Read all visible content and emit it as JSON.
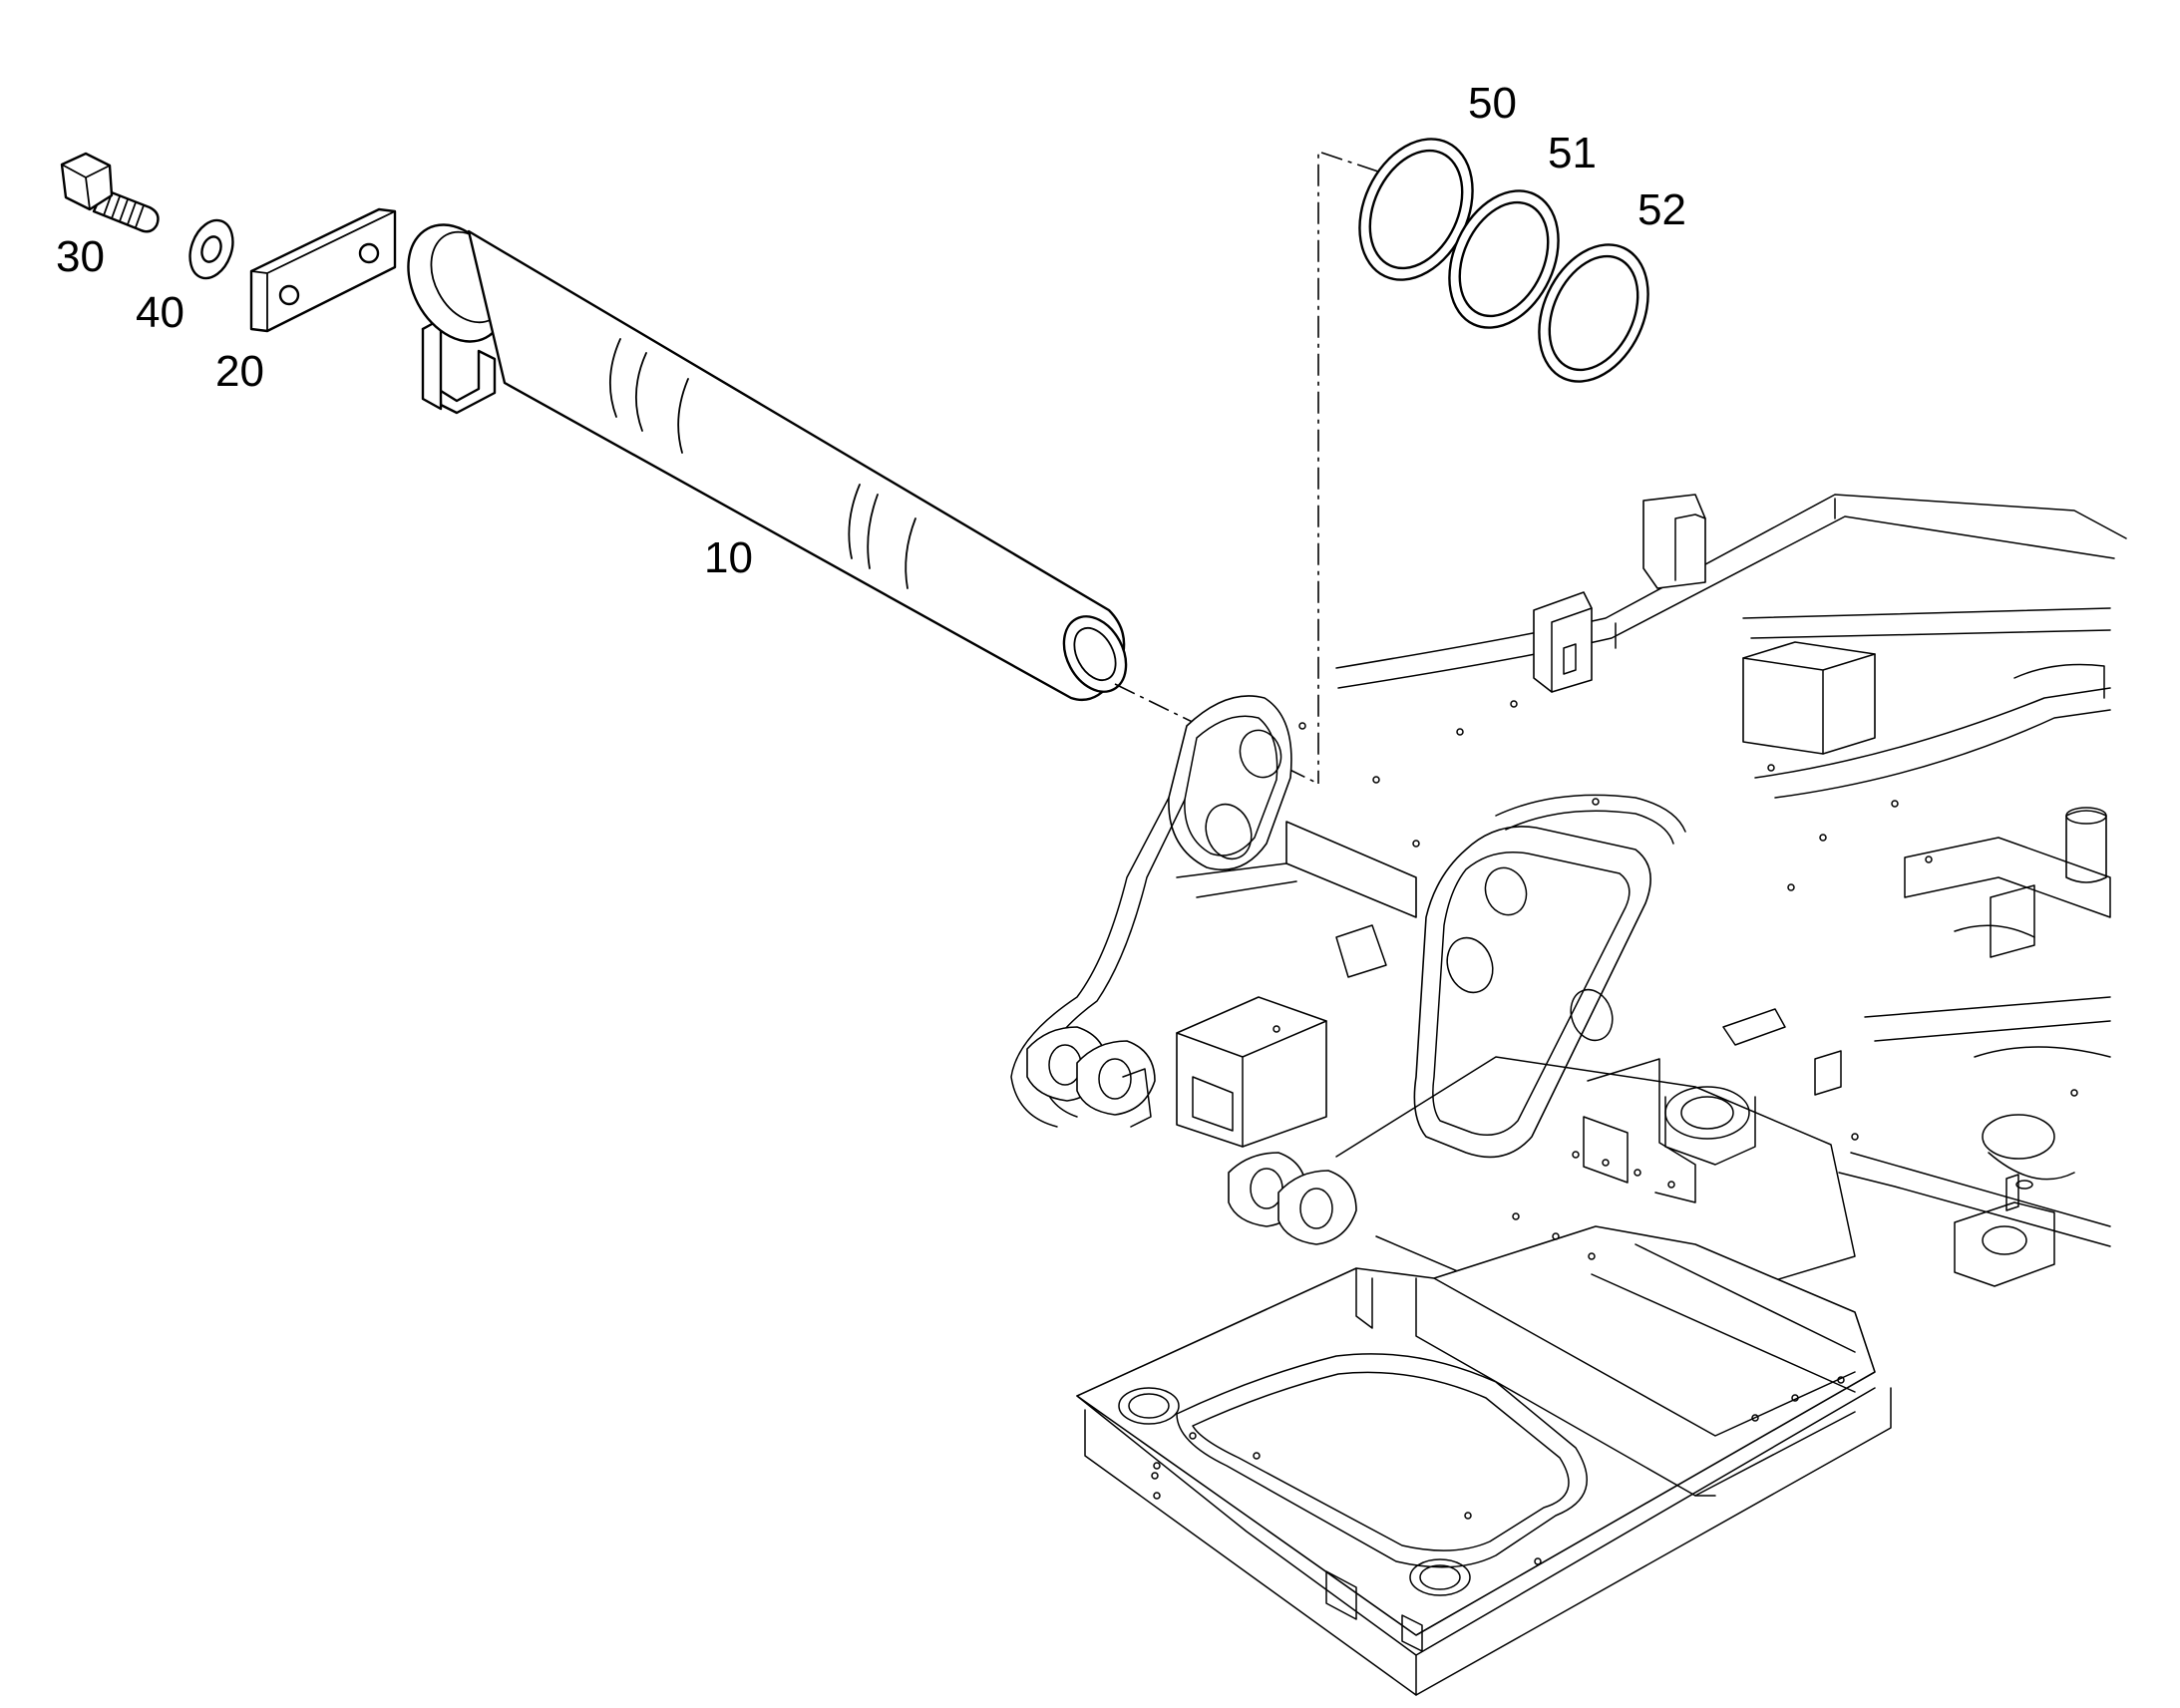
{
  "diagram": {
    "callouts": {
      "pin": "10",
      "plate": "20",
      "bolt": "30",
      "washer": "40",
      "shim_a": "50",
      "shim_b": "51",
      "shim_c": "52"
    }
  }
}
